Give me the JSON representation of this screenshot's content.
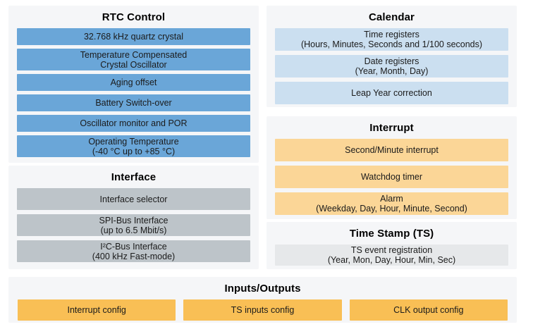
{
  "colors": {
    "blue": "#6aa6d8",
    "light_blue": "#cbdff0",
    "light_orange": "#fbd697",
    "orange": "#f9bf55",
    "gray": "#bdc4c9",
    "light_gray": "#e6e8ea",
    "panel_background": "#f5f6f8"
  },
  "panels": {
    "rtc_control": {
      "title": "RTC Control",
      "items": [
        {
          "line1": "32.768 kHz quartz crystal"
        },
        {
          "line1": "Temperature Compensated",
          "line2": "Crystal Oscillator"
        },
        {
          "line1": "Aging offset"
        },
        {
          "line1": "Battery Switch-over"
        },
        {
          "line1": "Oscillator monitor and POR"
        },
        {
          "line1": "Operating Temperature",
          "line2": "(-40 °C up to +85 °C)"
        }
      ]
    },
    "interface": {
      "title": "Interface",
      "items": [
        {
          "line1": "Interface selector"
        },
        {
          "line1": "SPI-Bus Interface",
          "line2": "(up to 6.5 Mbit/s)"
        },
        {
          "line1": "I²C-Bus Interface",
          "line2": "(400 kHz Fast-mode)"
        }
      ]
    },
    "calendar": {
      "title": "Calendar",
      "items": [
        {
          "line1": "Time registers",
          "line2": "(Hours, Minutes, Seconds and 1/100 seconds)"
        },
        {
          "line1": "Date registers",
          "line2": "(Year, Month, Day)"
        },
        {
          "line1": "Leap Year correction"
        }
      ]
    },
    "interrupt": {
      "title": "Interrupt",
      "items": [
        {
          "line1": "Second/Minute interrupt"
        },
        {
          "line1": "Watchdog timer"
        },
        {
          "line1": "Alarm",
          "line2": "(Weekday, Day, Hour, Minute, Second)"
        }
      ]
    },
    "time_stamp": {
      "title": "Time Stamp (TS)",
      "items": [
        {
          "line1": "TS event registration",
          "line2": "(Year, Mon, Day, Hour, Min, Sec)"
        }
      ]
    },
    "inputs_outputs": {
      "title": "Inputs/Outputs",
      "items": [
        {
          "label": "Interrupt config"
        },
        {
          "label": "TS inputs config"
        },
        {
          "label": "CLK output config"
        }
      ]
    }
  }
}
